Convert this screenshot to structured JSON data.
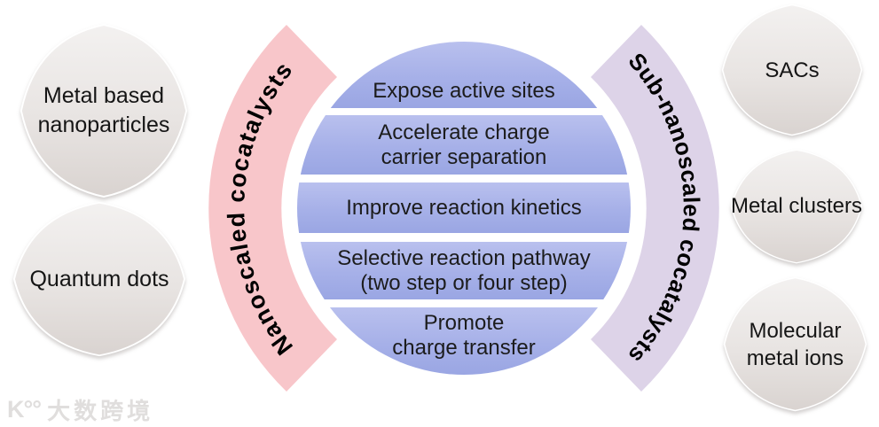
{
  "left_group": {
    "arc_label": "Nanoscaled cocatalysts",
    "arc_color": "#f8c6ca",
    "items": [
      {
        "label": "Metal based\nnanoparticles"
      },
      {
        "label": "Quantum dots"
      }
    ]
  },
  "right_group": {
    "arc_label": "Sub-nanoscaled cocatalysts",
    "arc_color": "#ddd3e8",
    "items": [
      {
        "label": "SACs"
      },
      {
        "label": "Metal clusters"
      },
      {
        "label": "Molecular\nmetal ions"
      }
    ]
  },
  "center_circle": {
    "band_color": "#a9b3e8",
    "benefits": [
      "Expose active sites",
      "Accelerate charge\ncarrier separation",
      "Improve reaction kinetics",
      "Selective reaction pathway\n(two step or four step)",
      "Promote\ncharge transfer"
    ]
  },
  "watermark": {
    "logo": "K°°",
    "text": "大数跨境"
  }
}
